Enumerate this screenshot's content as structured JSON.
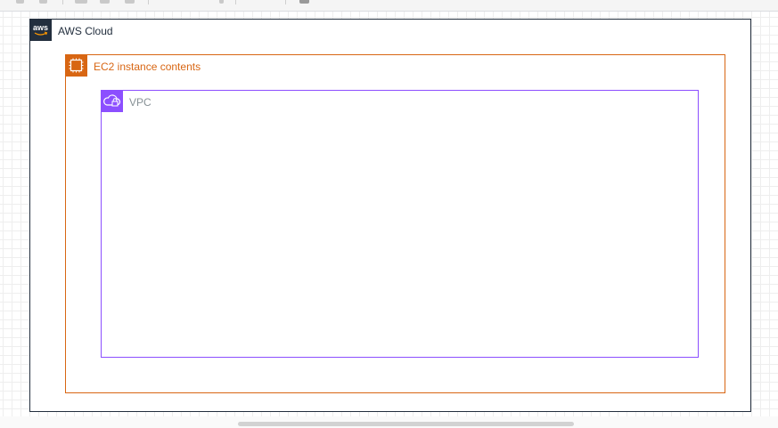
{
  "canvas": {
    "groups": {
      "aws_cloud": {
        "label": "AWS Cloud",
        "icon": "aws-logo-icon",
        "color": "#232f3e",
        "icon_text": "aws"
      },
      "ec2": {
        "label": "EC2 instance contents",
        "icon": "ec2-instance-icon",
        "color": "#d86613"
      },
      "vpc": {
        "label": "VPC",
        "icon": "vpc-cloud-lock-icon",
        "color": "#8c4fff"
      }
    }
  }
}
